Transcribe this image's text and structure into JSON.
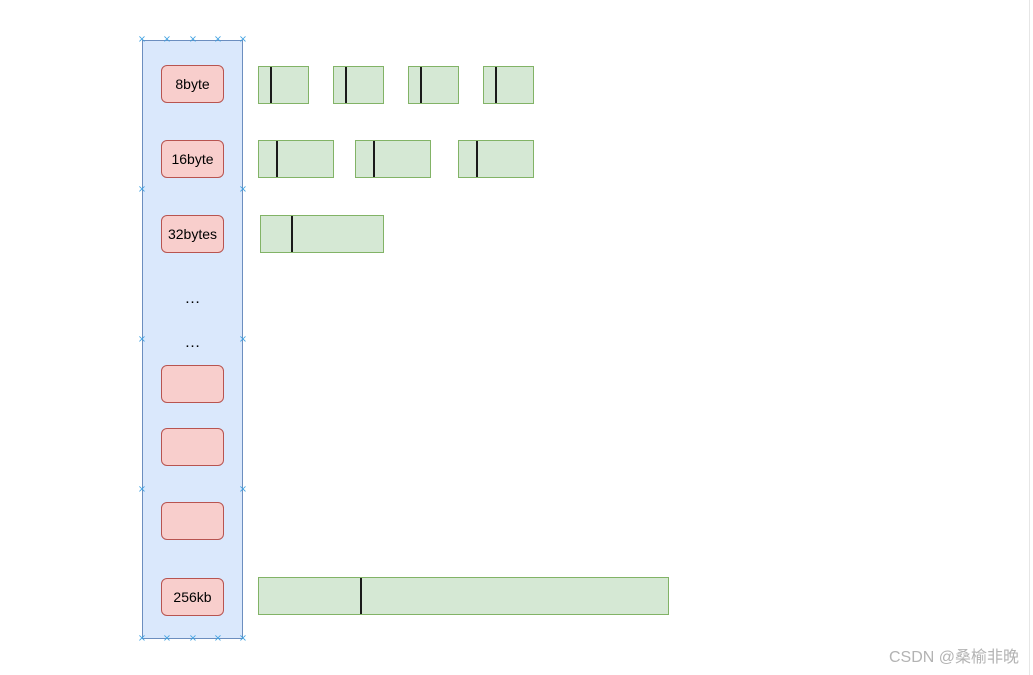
{
  "buckets": [
    {
      "label": "8byte"
    },
    {
      "label": "16byte"
    },
    {
      "label": "32bytes"
    },
    {
      "label": ""
    },
    {
      "label": ""
    },
    {
      "label": ""
    },
    {
      "label": "256kb"
    }
  ],
  "ellipses": [
    "…",
    "…"
  ],
  "colors": {
    "column_fill": "#dae8fc",
    "column_stroke": "#6c8ebf",
    "bucket_fill": "#f8cecc",
    "bucket_stroke": "#b85450",
    "block_fill": "#d5e8d4",
    "block_stroke": "#82b366",
    "handle": "#3ea0e0"
  },
  "watermark": "CSDN @桑榆非晚"
}
